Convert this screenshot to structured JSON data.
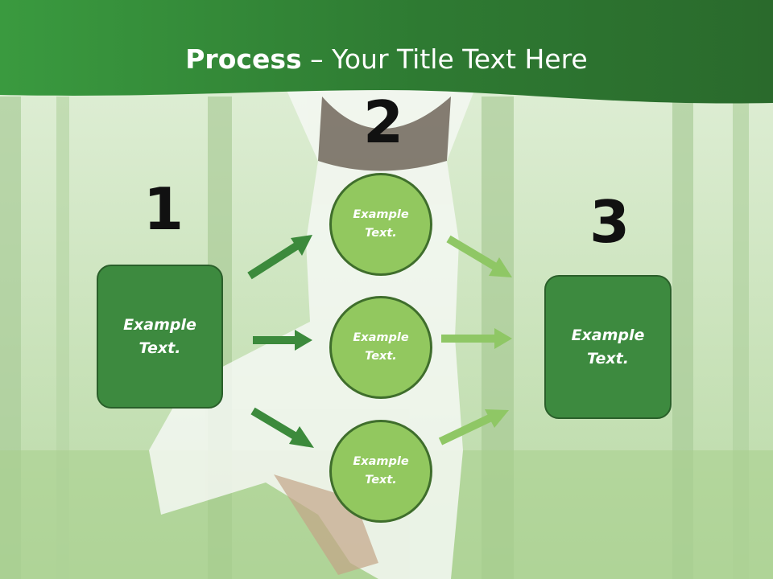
{
  "title": {
    "bold": "Process",
    "rest": " – Your Title Text Here"
  },
  "colors": {
    "header_green": "#2f7d32",
    "box_green": "#3d8a3f",
    "circle_green": "#92c85f",
    "arrow_dark": "#3c8a3c",
    "arrow_light": "#8fc765"
  },
  "steps": [
    {
      "number": "1",
      "line1": "Example",
      "line2": "Text."
    },
    {
      "number": "2",
      "line1": "Example",
      "line2": "Text."
    },
    {
      "number": "3",
      "line1": "Example",
      "line2": "Text."
    }
  ],
  "circles": [
    {
      "line1": "Example",
      "line2": "Text."
    },
    {
      "line1": "Example",
      "line2": "Text."
    },
    {
      "line1": "Example",
      "line2": "Text."
    }
  ]
}
